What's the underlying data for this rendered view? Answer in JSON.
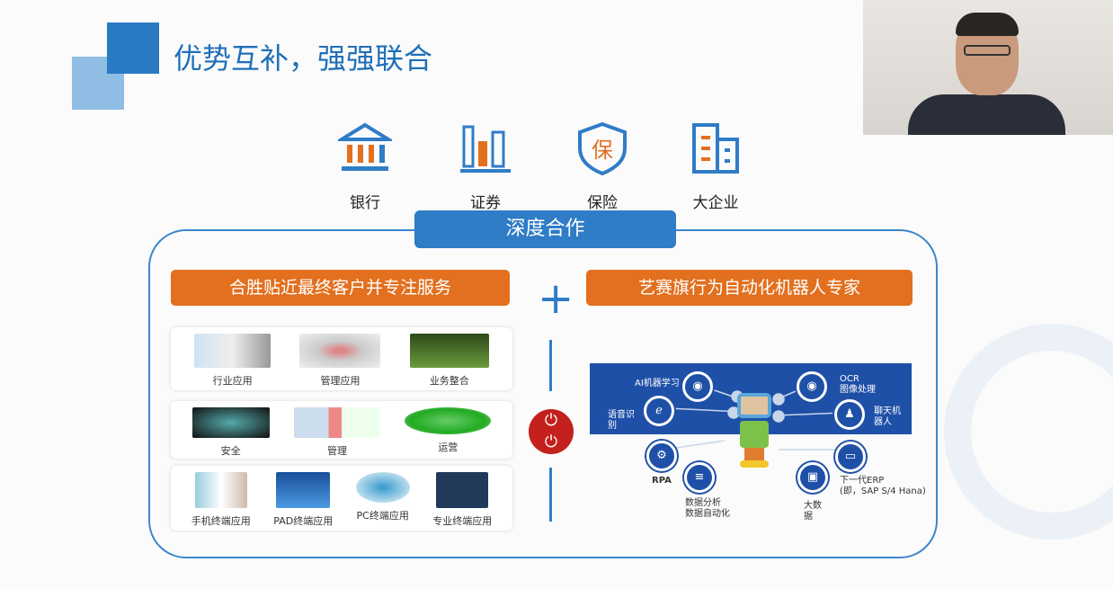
{
  "title": "优势互补，强强联合",
  "sectors": [
    {
      "label": "银行",
      "icon": "bank-icon"
    },
    {
      "label": "证券",
      "icon": "chart-icon"
    },
    {
      "label": "保险",
      "icon": "insurance-shield-icon",
      "glyph": "保"
    },
    {
      "label": "大企业",
      "icon": "building-icon"
    }
  ],
  "cooperation": "深度合作",
  "left_header": "合胜贴近最终客户并专注服务",
  "right_header": "艺赛旗行为自动化机器人专家",
  "connector_glyph": "⏻",
  "rows": [
    [
      "行业应用",
      "管理应用",
      "业务整合"
    ],
    [
      "安全",
      "管理",
      "运营"
    ],
    [
      "手机终端应用",
      "PAD终端应用",
      "PC终端应用",
      "专业终端应用"
    ]
  ],
  "robot": {
    "ai": "AI机器学习",
    "ocr1": "OCR",
    "ocr2": "图像处理",
    "voice1": "语音识",
    "voice2": "别",
    "chat1": "聊天机",
    "chat2": "器人",
    "rpa": "RPA",
    "data1": "数据分析",
    "data2": "数据自动化",
    "big1": "大数",
    "big2": "据",
    "erp1": "下一代ERP",
    "erp2": "(即，SAP S/4 Hana)"
  },
  "colors": {
    "blue": "#2f7cc7",
    "orange": "#e2701f",
    "red": "#c3201e",
    "band": "#1f50a8"
  }
}
